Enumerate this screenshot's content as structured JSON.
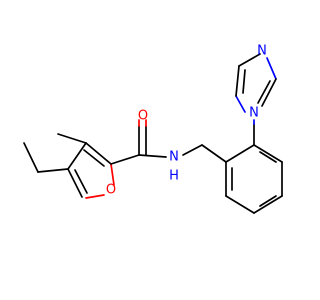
{
  "molecule": {
    "atoms": {
      "carbonyl_o": "O",
      "amide_n": "N",
      "amide_h": "H",
      "furan_o": "O",
      "imidazole_n1": "N",
      "imidazole_n3": "N"
    },
    "colors": {
      "oxygen": "#ff0000",
      "nitrogen": "#0000ff",
      "carbon": "#000000"
    }
  }
}
